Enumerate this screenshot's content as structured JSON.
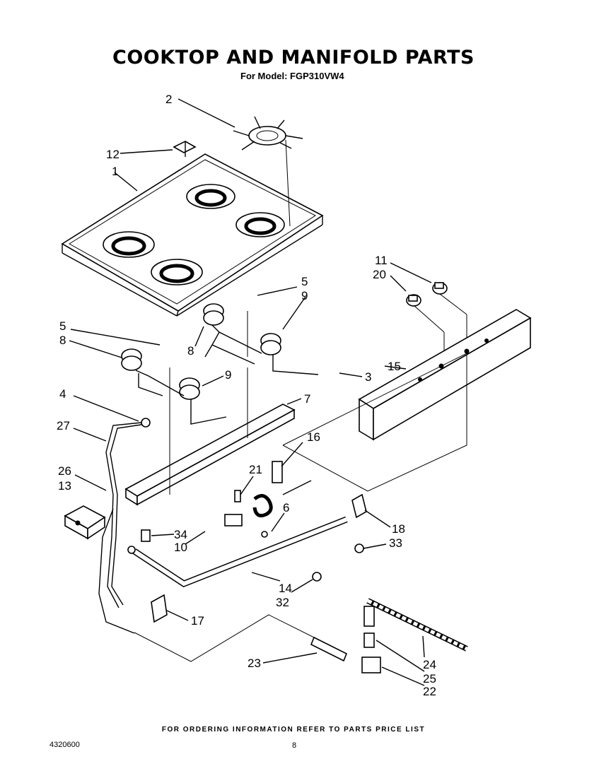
{
  "header": {
    "title": "COOKTOP AND MANIFOLD PARTS",
    "subtitle": "For Model: FGP310VW4"
  },
  "callouts": {
    "c2": "2",
    "c12": "12",
    "c1": "1",
    "c11": "11",
    "c20": "20",
    "c5a": "5",
    "c9a": "9",
    "c5b": "5",
    "c8a": "8",
    "c8b": "8",
    "c9b": "9",
    "c15": "15",
    "c3": "3",
    "c7": "7",
    "c4": "4",
    "c27": "27",
    "c16": "16",
    "c26": "26",
    "c13": "13",
    "c21": "21",
    "c6": "6",
    "c34": "34",
    "c10": "10",
    "c18": "18",
    "c33": "33",
    "c14": "14",
    "c32": "32",
    "c17": "17",
    "c23": "23",
    "c24": "24",
    "c25": "25",
    "c22": "22"
  },
  "footer": {
    "note": "FOR ORDERING INFORMATION REFER TO PARTS PRICE LIST",
    "doc_number": "4320600",
    "page": "8"
  }
}
